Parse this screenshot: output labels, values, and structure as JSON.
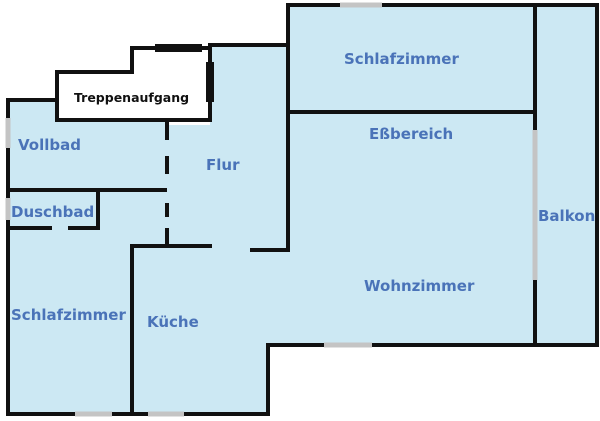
{
  "plan": {
    "colors": {
      "room_fill": "#cce8f3",
      "wall": "#111111",
      "window": "#c4c4c4",
      "label": "#4a73b8",
      "stair_fill": "#ffffff"
    },
    "rooms": {
      "schlafzimmer_top": "Schlafzimmer",
      "essbereich": "Eßbereich",
      "vollbad": "Vollbad",
      "flur": "Flur",
      "duschbad": "Duschbad",
      "balkon": "Balkon",
      "wohnzimmer": "Wohnzimmer",
      "schlafzimmer_left": "Schlafzimmer",
      "kueche": "Küche"
    },
    "stairs": {
      "label": "Treppenaufgang"
    }
  }
}
